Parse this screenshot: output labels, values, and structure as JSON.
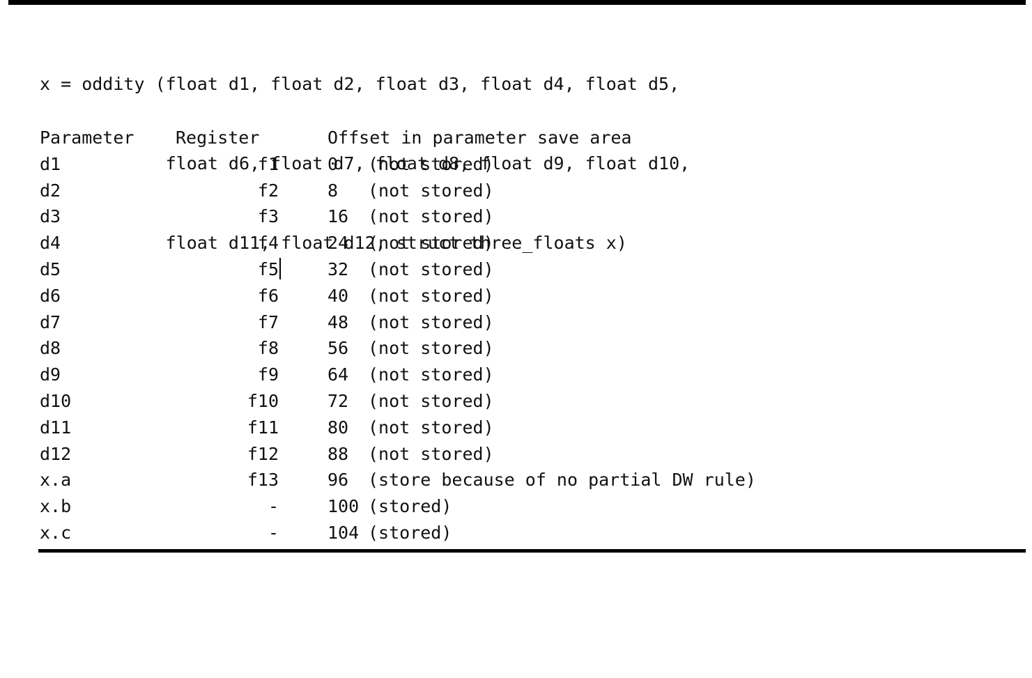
{
  "document": {
    "kind": "abi-documentation-excerpt",
    "signature": {
      "lines": [
        "x = oddity (float d1, float d2, float d3, float d4, float d5,",
        "            float d6, float d7, float d8, float d9, float d10,",
        "            float d11, float d12, struct three_floats x)"
      ]
    },
    "table": {
      "headers": {
        "parameter": "Parameter",
        "register": "Register",
        "offset": "Offset in parameter save area"
      },
      "rows": [
        {
          "parameter": "d1",
          "register": "f1",
          "offset": "0",
          "note": "(not stored)"
        },
        {
          "parameter": "d2",
          "register": "f2",
          "offset": "8",
          "note": "(not stored)"
        },
        {
          "parameter": "d3",
          "register": "f3",
          "offset": "16",
          "note": "(not stored)"
        },
        {
          "parameter": "d4",
          "register": "f4",
          "offset": "24",
          "note": "(not stored)"
        },
        {
          "parameter": "d5",
          "register": "f5",
          "offset": "32",
          "note": "(not stored)"
        },
        {
          "parameter": "d6",
          "register": "f6",
          "offset": "40",
          "note": "(not stored)"
        },
        {
          "parameter": "d7",
          "register": "f7",
          "offset": "48",
          "note": "(not stored)"
        },
        {
          "parameter": "d8",
          "register": "f8",
          "offset": "56",
          "note": "(not stored)"
        },
        {
          "parameter": "d9",
          "register": "f9",
          "offset": "64",
          "note": "(not stored)"
        },
        {
          "parameter": "d10",
          "register": "f10",
          "offset": "72",
          "note": "(not stored)"
        },
        {
          "parameter": "d11",
          "register": "f11",
          "offset": "80",
          "note": "(not stored)"
        },
        {
          "parameter": "d12",
          "register": "f12",
          "offset": "88",
          "note": "(not stored)"
        },
        {
          "parameter": "x.a",
          "register": "f13",
          "offset": "96",
          "note": "(store because of no partial DW rule)"
        },
        {
          "parameter": "x.b",
          "register": "-",
          "offset": "100",
          "note": "(stored)"
        },
        {
          "parameter": "x.c",
          "register": "-",
          "offset": "104",
          "note": "(stored)"
        }
      ]
    },
    "cursor": {
      "visible": true,
      "after_row_index": 4,
      "after_field": "register"
    },
    "colors": {
      "background": "#ffffff",
      "text": "#111111",
      "rule": "#000000"
    }
  }
}
